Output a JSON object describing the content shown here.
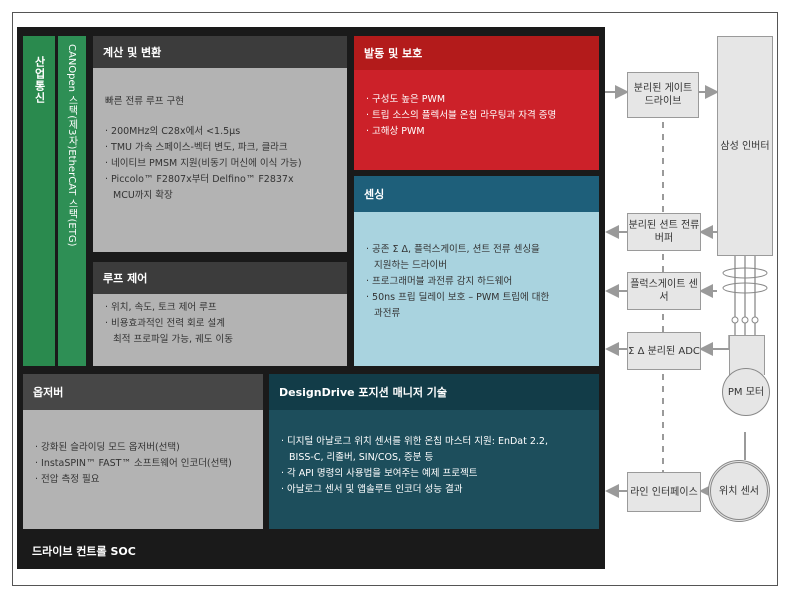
{
  "soc_title": "드라이브 컨트롤 SOC",
  "industrial_comm": "산업통신",
  "canopen": "CANOpen 스택(제3자)EtherCAT 스택(ETG)",
  "calc": {
    "title": "계산 및 변환",
    "intro": "빠른 전류 루프 구현",
    "items": [
      "· 200MHz의 C28x에서 <1.5μs",
      "· TMU 가속 스페이스-벡터 변도, 파크, 클라크",
      "· 네이티브 PMSM 지원(비동기 머신에 이식 가능)",
      "· Piccolo™ F2807x부터 Delfino™ F2837x",
      "  MCU까지 확장"
    ]
  },
  "loop": {
    "title": "루프 제어",
    "items": [
      "· 위치, 속도, 토크 제어 루프",
      "· 비용효과적인 전력 회로 설계",
      "  최적 프로파일 가능, 궤도 이동"
    ]
  },
  "pwm": {
    "title": "발동 및 보호",
    "items": [
      "· 구성도 높은 PWM",
      "· 트립 소스의 플렉서블 온칩 라우팅과 자격 증명",
      "· 고해상 PWM"
    ]
  },
  "sensing": {
    "title": "센싱",
    "items": [
      "· 공존 Σ Δ, 플럭스게이트, 션트 전류 센싱을",
      "  지원하는 드라이버",
      "· 프로그래머블 과전류 감지 하드웨어",
      "· 50ns 프립 딜레이 보호 – PWM 트립에 대한",
      "  과전류"
    ]
  },
  "observer": {
    "title": "옵저버",
    "items": [
      "· 강화된 슬라이딩 모드 옵저버(선택)",
      "· InstaSPIN™ FAST™ 소프트웨어 인코더(선택)",
      "· 전압 측정 필요"
    ]
  },
  "designdrive": {
    "title": "DesignDrive 포지션 매니저 기술",
    "items": [
      "· 디지털 아날로그 위치 센서를 위한 온칩 마스터 지원: EnDat 2.2,",
      "  BISS-C, 리졸버, SIN/COS, 증분 등",
      "· 각 API 명령의 사용법을 보여주는 예제 프로젝트",
      "· 아날로그 센서 및 앱솔루트 인코더 성능 결과"
    ]
  },
  "right": {
    "gate_drive": "분리된 게이트 드라이브",
    "inverter": "삼성 인버터",
    "shunt": "분리된 션트 전류 버퍼",
    "fluxgate": "플럭스게이트 센서",
    "sd_adc": "Σ Δ 분리된 ADC",
    "pm_motor": "PM 모터",
    "line_if": "라인 인터페이스",
    "pos_sensor": "위치 센서"
  },
  "colors": {
    "green": "#2a8a4e",
    "red": "#cc2129",
    "teal": "#a9d3df",
    "dark_teal": "#1d4e5c"
  }
}
